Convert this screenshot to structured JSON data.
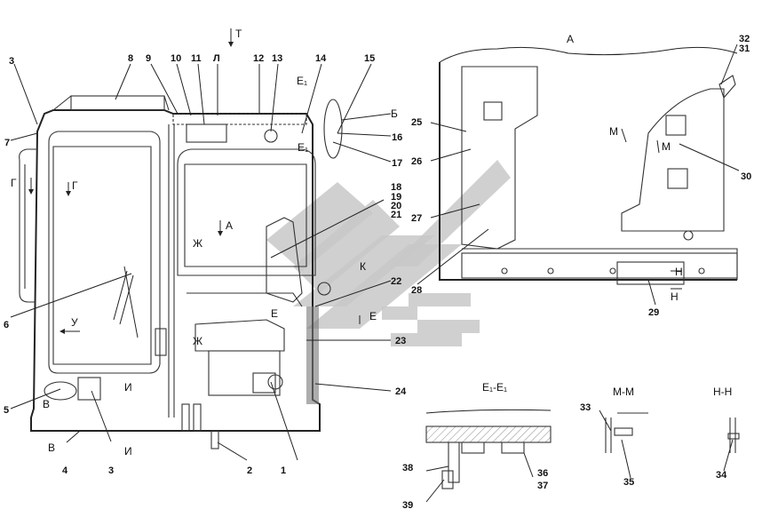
{
  "callouts": {
    "n1": "1",
    "n2": "2",
    "n3a": "3",
    "n3b": "3",
    "n4": "4",
    "n5": "5",
    "n6": "6",
    "n7": "7",
    "n8": "8",
    "n9": "9",
    "n10": "10",
    "n11": "11",
    "n12": "12",
    "n13": "13",
    "n14": "14",
    "n15": "15",
    "n16": "16",
    "n17": "17",
    "n18": "18",
    "n19": "19",
    "n20": "20",
    "n21": "21",
    "n22": "22",
    "n23": "23",
    "n24": "24",
    "n25": "25",
    "n26": "26",
    "n27": "27",
    "n28": "28",
    "n29": "29",
    "n30": "30",
    "n31": "31",
    "n32": "32",
    "n33": "33",
    "n34": "34",
    "n35": "35",
    "n36": "36",
    "n37": "37",
    "n38": "38",
    "n39": "39"
  },
  "section_marks": {
    "T": "Т",
    "L": "Л",
    "B_top": "Б",
    "E1_top": "Е₁",
    "E1_mid": "Е₁",
    "G_left": "Г",
    "G_right": "Г",
    "A_arrow": "А",
    "ZH_1": "Ж",
    "ZH_2": "Ж",
    "K": "К",
    "E_1": "Е",
    "E_2": "Е",
    "U": "У",
    "I_1": "И",
    "I_2": "И",
    "V_1": "В",
    "V_2": "В",
    "M_1": "М",
    "M_2": "М",
    "N_1": "Н",
    "N_2": "Н"
  },
  "view_titles": {
    "view_a": "А",
    "section_e1": "Е₁-Е₁",
    "section_mm": "М-М",
    "section_nn": "Н-Н"
  }
}
